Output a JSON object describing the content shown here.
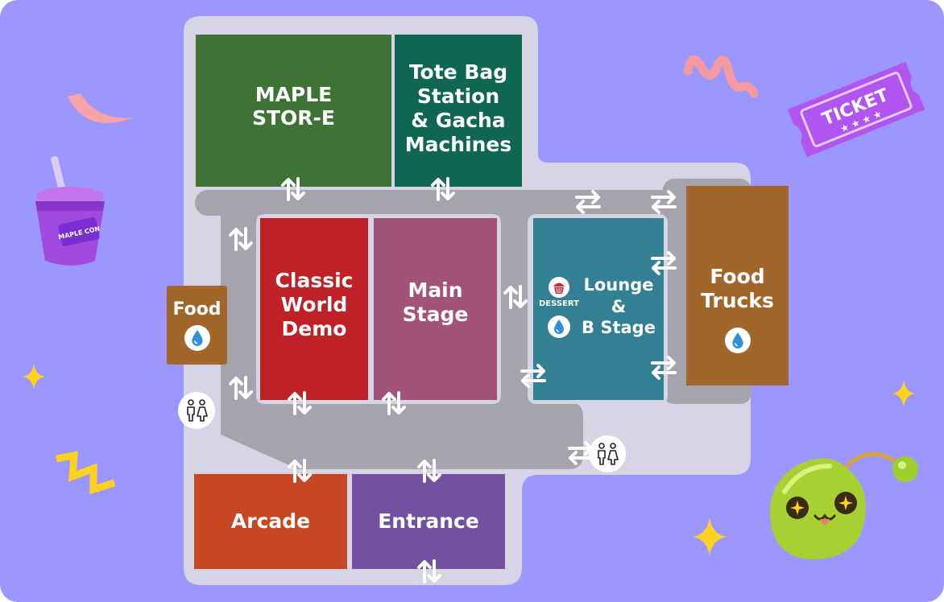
{
  "colors": {
    "background": "#9b97ff",
    "hall": "#d7d4e6",
    "corridor": "#a5a3ac",
    "maple_store": "#3f7335",
    "tote_bag": "#0f6653",
    "classic_world": "#bf2226",
    "main_stage": "#a3527a",
    "lounge": "#337f93",
    "food_trucks": "#a0662a",
    "food": "#a0662a",
    "arcade": "#c84723",
    "entrance": "#7451a0",
    "water": "#2f8fd6",
    "arrow": "#ffffff"
  },
  "rooms": {
    "maple_store": {
      "label": "MAPLE\nSTOR-E"
    },
    "tote_bag": {
      "label": "Tote Bag\nStation\n& Gacha\nMachines"
    },
    "classic_world": {
      "label": "Classic\nWorld\nDemo"
    },
    "main_stage": {
      "label": "Main\nStage"
    },
    "lounge": {
      "label_top": "Lounge",
      "label_mid": "&",
      "label_bottom": "B Stage",
      "dessert_label": "DESSERT",
      "icons": [
        "dessert-icon",
        "water-drop-icon"
      ]
    },
    "food_trucks": {
      "label": "Food\nTrucks",
      "icons": [
        "water-drop-icon"
      ]
    },
    "food": {
      "label": "Food",
      "icons": [
        "water-drop-icon"
      ]
    },
    "arcade": {
      "label": "Arcade"
    },
    "entrance": {
      "label": "Entrance"
    }
  },
  "icons": {
    "vertical_arrow": "up-down-arrows-icon",
    "horizontal_arrow": "left-right-arrows-icon",
    "restroom": "restroom-icon"
  },
  "decorations": {
    "cup_text": "MAPLE CON",
    "ticket_text": "TICKET"
  }
}
